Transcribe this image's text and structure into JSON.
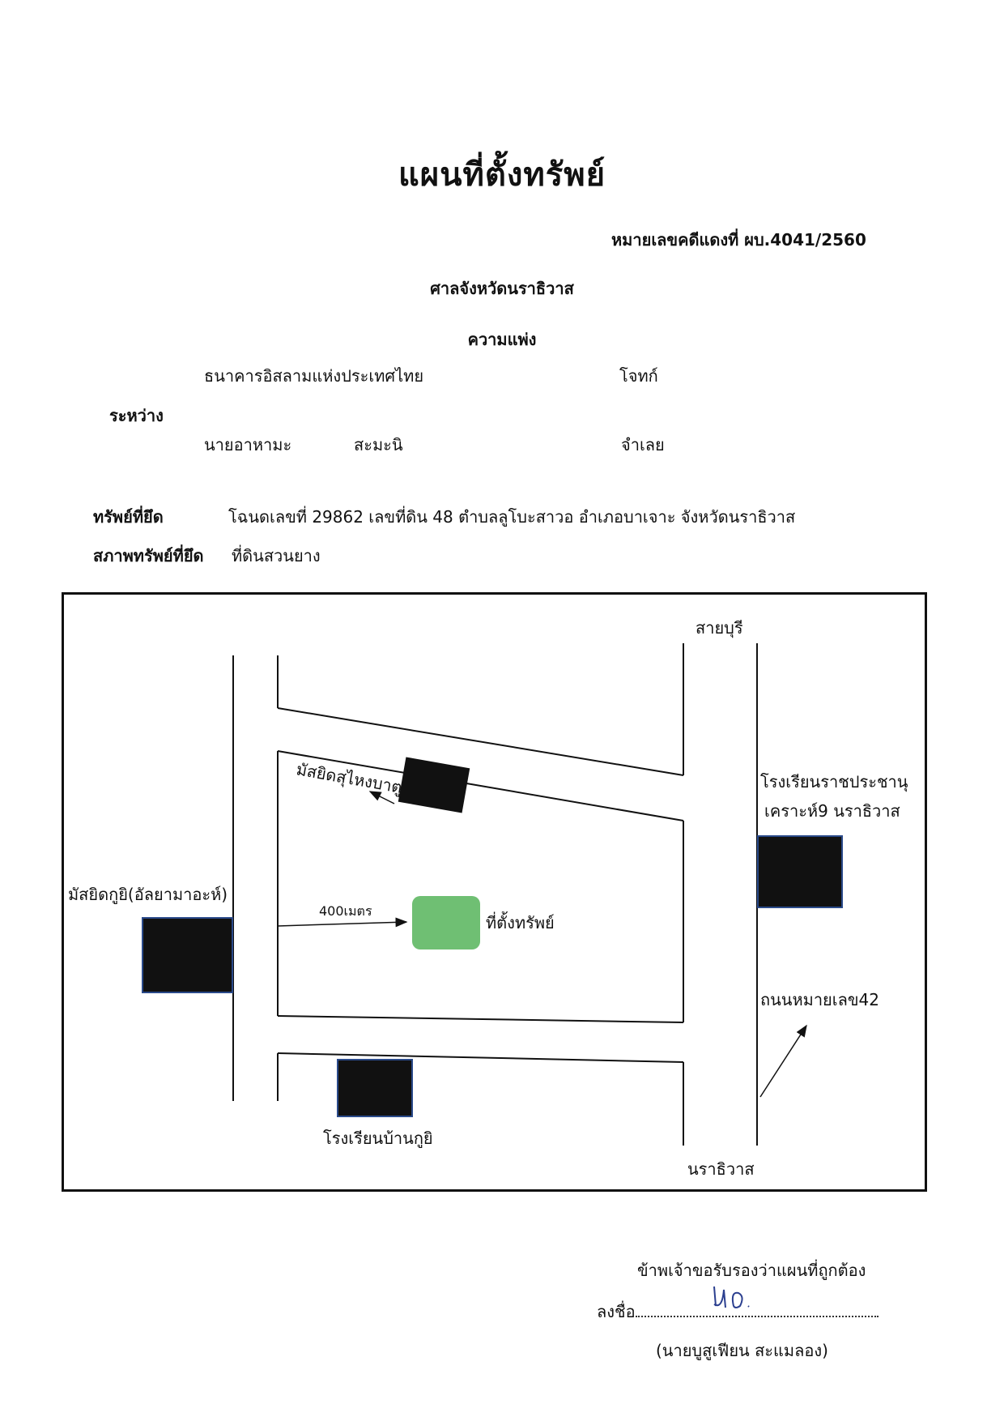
{
  "header": {
    "title": "แผนที่ตั้งทรัพย์",
    "case_number": "หมายเลขคดีแดงที่ ผบ.4041/2560",
    "court": "ศาลจังหวัดนราธิวาส",
    "case_type": "ความแพ่ง"
  },
  "parties": {
    "plaintiff_name": "ธนาคารอิสลามแห่งประเทศไทย",
    "plaintiff_role": "โจทก์",
    "between_label": "ระหว่าง",
    "defendant_first": "นายอาหามะ",
    "defendant_last": "สะมะนิ",
    "defendant_role": "จำเลย"
  },
  "property": {
    "seized_label": "ทรัพย์ที่ยึด",
    "seized_value": "โฉนดเลขที่ 29862 เลขที่ดิน 48 ตำบลลูโบะสาวอ  อำเภอบาเจาะ จังหวัดนราธิวาส",
    "condition_label": "สภาพทรัพย์ที่ยึด",
    "condition_value": "ที่ดินสวนยาง"
  },
  "map": {
    "north_label": "สายบุรี",
    "south_label": "นราธิวาส",
    "mosque_top": "มัสยิดสุไหงบาตู",
    "school_right_line1": "โรงเรียนราชประชานุ",
    "school_right_line2": "เคราะห์9 นราธิวาส",
    "mosque_left": "มัสยิดกูยิ(อัลยามาอะห์)",
    "distance": "400เมตร",
    "property_location": "ที่ตั้งทรัพย์",
    "road_label": "ถนนหมายเลข42",
    "school_bottom": "โรงเรียนบ้านกูยิ",
    "colors": {
      "property": "#6fbf73",
      "landmark": "#111111",
      "landmark_border": "#2a4a8a"
    }
  },
  "certification": {
    "statement": "ข้าพเจ้าขอรับรองว่าแผนที่ถูกต้อง",
    "sign_label": "ลงชื่อ",
    "signer": "(นายบูสูเฟียน  สะแมลอง)"
  }
}
